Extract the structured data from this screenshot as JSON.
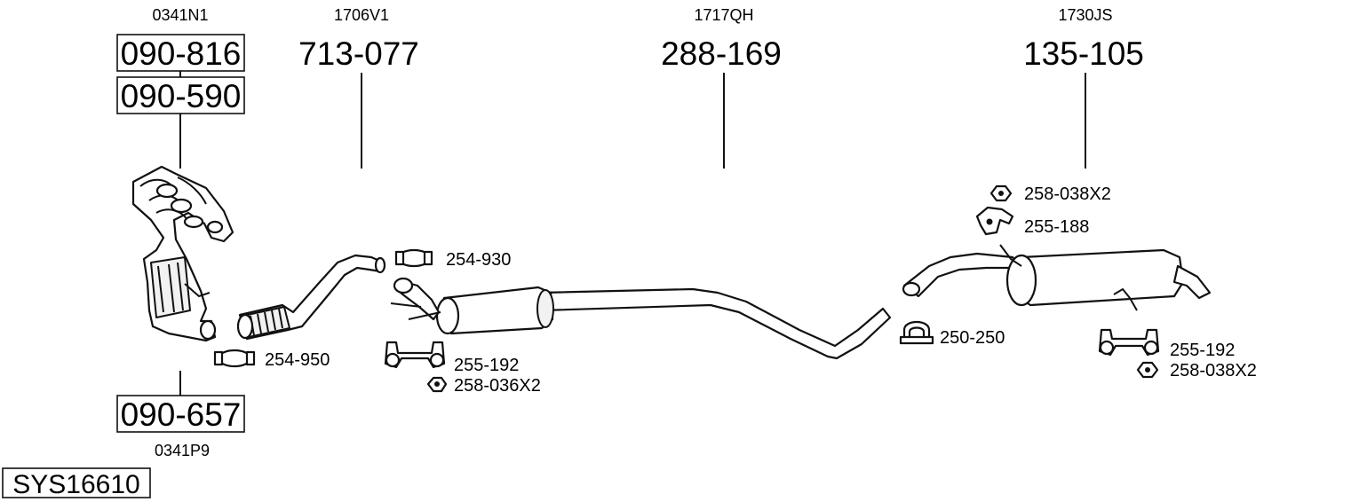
{
  "system_code": "SYS16610",
  "columns": [
    {
      "ref": "0341N1",
      "parts": [
        "090-816",
        "090-590"
      ]
    },
    {
      "ref": "1706V1",
      "part": "713-077"
    },
    {
      "ref": "1717QH",
      "part": "288-169"
    },
    {
      "ref": "1730JS",
      "part": "135-105"
    }
  ],
  "bottom": {
    "part": "090-657",
    "ref": "0341P9"
  },
  "small_parts": [
    {
      "code": "254-930",
      "icon": "clamp-icon"
    },
    {
      "code": "254-950",
      "icon": "clamp-icon"
    },
    {
      "code": "255-192",
      "icon": "hanger-bracket-icon"
    },
    {
      "code": "258-036X2",
      "icon": "nut-icon"
    },
    {
      "code": "258-038X2",
      "icon": "nut-icon"
    },
    {
      "code": "255-188",
      "icon": "hanger-icon"
    },
    {
      "code": "250-250",
      "icon": "u-clamp-icon"
    },
    {
      "code": "255-192",
      "icon": "hanger-bracket-icon"
    },
    {
      "code": "258-038X2",
      "icon": "nut-icon"
    }
  ]
}
